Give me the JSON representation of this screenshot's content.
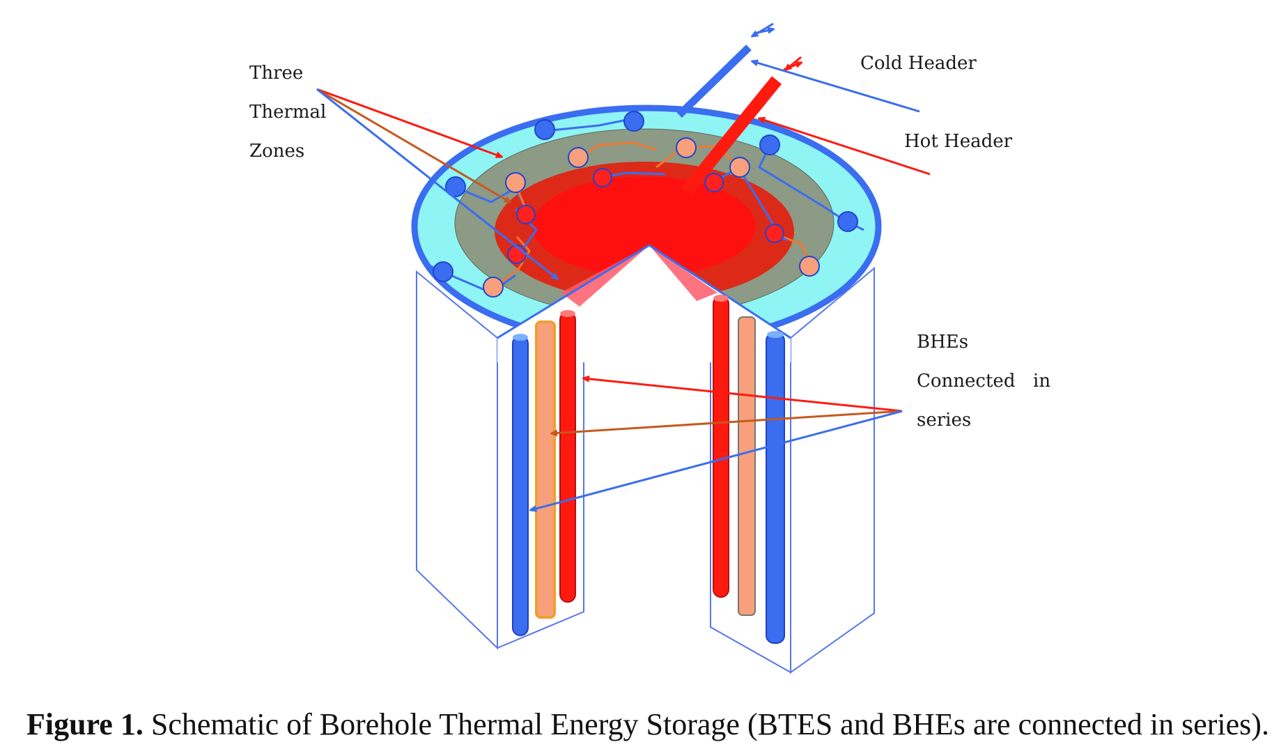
{
  "labels": {
    "zones_line1": "Three",
    "zones_line2": "Thermal",
    "zones_line3": "Zones",
    "cold_header": "Cold Header",
    "hot_header": "Hot Header",
    "bhe_line1": "BHEs",
    "bhe_line2_a": "Connected",
    "bhe_line2_b": "in",
    "bhe_line3": "series"
  },
  "caption": {
    "number": "Figure 1.",
    "text": "Schematic of Borehole Thermal Energy Storage (BTES and BHEs are connected in series)."
  },
  "colors": {
    "cold": "#3a6df0",
    "hot": "#ff1a10",
    "warm": "#c45a1e",
    "outer_ring": "#8ff4f4",
    "middle_ring": "#8c9a86",
    "inner_ring": "#dd2a18",
    "core": "#ff1010",
    "warm_pipe": "#f8a07c"
  }
}
